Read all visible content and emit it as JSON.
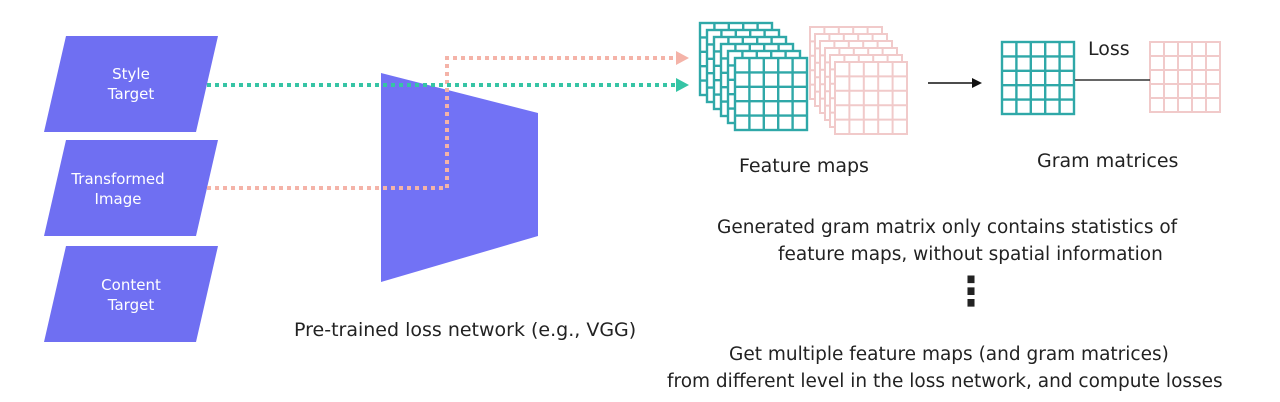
{
  "inputs": [
    {
      "line1": "Style",
      "line2": "Target"
    },
    {
      "line1": "Transformed",
      "line2": "Image"
    },
    {
      "line1": "Content",
      "line2": "Target"
    }
  ],
  "network_caption": "Pre-trained loss network (e.g., VGG)",
  "feature_maps_caption": "Feature maps",
  "gram_caption": "Gram matrices",
  "loss_label": "Loss",
  "note1": {
    "line1": "Generated gram matrix only contains statistics of",
    "line2": "feature maps, without spatial information"
  },
  "ellipsis": "⋮",
  "note2": {
    "line1": "Get multiple feature maps (and gram matrices)",
    "line2": "from different level in the loss network, and compute losses"
  },
  "colors": {
    "input_fill": "#6f6ff2",
    "network_fill": "#7272f5",
    "style_path": "#36c4a5",
    "transformed_path": "#f4b3a8",
    "teal_grid": "#2fa8a8",
    "pink_grid": "#f1caca"
  }
}
